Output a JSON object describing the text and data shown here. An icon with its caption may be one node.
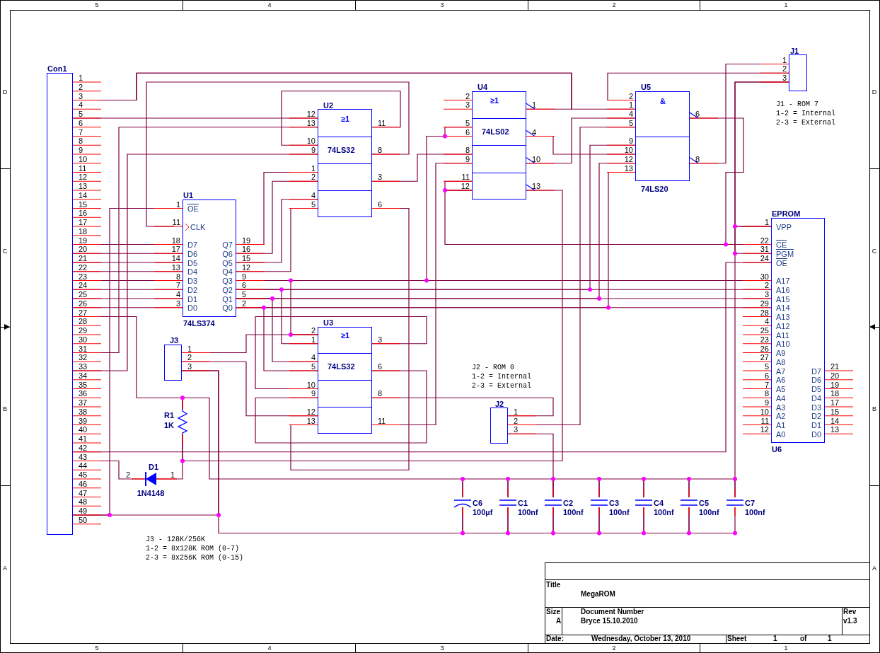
{
  "diagram": {
    "nodes": [
      {
        "text": [
          "Con1"
        ],
        "beside": [
          "1",
          "2",
          "3",
          "4",
          "5",
          "6",
          "7",
          "8",
          "9",
          "10",
          "11",
          "12",
          "13",
          "14",
          "15",
          "16",
          "17",
          "18",
          "19",
          "20",
          "21",
          "22",
          "23",
          "24",
          "25",
          "26",
          "27",
          "28",
          "29",
          "30",
          "31",
          "32",
          "33",
          "34",
          "35",
          "36",
          "37",
          "38",
          "39",
          "40",
          "41",
          "42",
          "43",
          "44",
          "45",
          "46",
          "47",
          "48",
          "49",
          "50"
        ]
      },
      {
        "text": [
          "U1",
          "OE",
          "CLK",
          "D7",
          "D6",
          "D5",
          "D4",
          "D3",
          "D2",
          "D1",
          "D0",
          "Q7",
          "Q6",
          "Q5",
          "Q4",
          "Q3",
          "Q2",
          "Q1",
          "Q0",
          "74LS374"
        ],
        "beside": [
          "1",
          "11",
          "18",
          "17",
          "14",
          "13",
          "8",
          "7",
          "4",
          "3",
          "19",
          "16",
          "15",
          "12",
          "9",
          "6",
          "5",
          "2"
        ]
      },
      {
        "text": [
          "U2",
          "≥1",
          "74LS32"
        ],
        "beside": [
          "12",
          "13",
          "10",
          "9",
          "1",
          "2",
          "4",
          "5",
          "11",
          "8",
          "3",
          "6"
        ]
      },
      {
        "text": [
          "U3",
          "≥1",
          "74LS32"
        ],
        "beside": [
          "2",
          "1",
          "4",
          "5",
          "10",
          "9",
          "12",
          "13",
          "3",
          "6",
          "8",
          "11"
        ]
      },
      {
        "text": [
          "U4",
          "≥1",
          "74LS02"
        ],
        "beside": [
          "2",
          "3",
          "5",
          "6",
          "8",
          "9",
          "11",
          "12",
          "1",
          "4",
          "10",
          "13"
        ]
      },
      {
        "text": [
          "U5",
          "&",
          "74LS20"
        ],
        "beside": [
          "2",
          "1",
          "4",
          "5",
          "9",
          "10",
          "12",
          "13",
          "6",
          "8"
        ]
      },
      {
        "text": [
          "J1"
        ],
        "beside": [
          "1",
          "2",
          "3"
        ]
      },
      {
        "text": [
          "EPROM",
          "VPP",
          "CE",
          "PGM",
          "OE",
          "A17",
          "A16",
          "A15",
          "A14",
          "A13",
          "A12",
          "A11",
          "A10",
          "A9",
          "A8",
          "A7",
          "A6",
          "A5",
          "A4",
          "A3",
          "A2",
          "A1",
          "A0",
          "D7",
          "D6",
          "D5",
          "D4",
          "D3",
          "D2",
          "D1",
          "D0",
          "U6"
        ],
        "beside": [
          "1",
          "22",
          "31",
          "24",
          "30",
          "2",
          "3",
          "29",
          "28",
          "4",
          "25",
          "23",
          "26",
          "27",
          "5",
          "6",
          "7",
          "8",
          "9",
          "10",
          "11",
          "12",
          "21",
          "20",
          "19",
          "18",
          "17",
          "15",
          "14",
          "13"
        ]
      },
      {
        "text": [
          "J3"
        ],
        "beside": [
          "1",
          "2",
          "3"
        ]
      },
      {
        "text": [
          "J2"
        ],
        "beside": [
          "1",
          "2",
          "3"
        ]
      },
      {
        "text": [
          "R1",
          "1K"
        ]
      },
      {
        "text": [
          "D1",
          "1N4148"
        ],
        "beside": [
          "2",
          "1"
        ]
      },
      {
        "text": [
          "C6",
          "100µf"
        ]
      },
      {
        "text": [
          "C1",
          "100nf"
        ]
      },
      {
        "text": [
          "C2",
          "100nf"
        ]
      },
      {
        "text": [
          "C3",
          "100nf"
        ]
      },
      {
        "text": [
          "C4",
          "100nf"
        ]
      },
      {
        "text": [
          "C5",
          "100nf"
        ]
      },
      {
        "text": [
          "C7",
          "100nf"
        ]
      }
    ],
    "edges": [
      {
        "from": 0,
        "to": 4,
        "arrow": "none"
      },
      {
        "from": 0,
        "to": 5,
        "arrow": "none"
      },
      {
        "from": 2,
        "to": 1,
        "arrow": "none"
      },
      {
        "from": 2,
        "to": 2,
        "arrow": "none"
      },
      {
        "from": 0,
        "to": 2,
        "arrow": "none"
      },
      {
        "from": 0,
        "to": 2,
        "arrow": "none"
      },
      {
        "from": 0,
        "to": 2,
        "arrow": "none"
      },
      {
        "from": 0,
        "to": 1,
        "arrow": "none"
      },
      {
        "from": 0,
        "to": 1,
        "arrow": "none"
      },
      {
        "from": 0,
        "to": 1,
        "arrow": "none"
      },
      {
        "from": 0,
        "to": 1,
        "arrow": "none"
      },
      {
        "from": 0,
        "to": 1,
        "arrow": "none"
      },
      {
        "from": 0,
        "to": 1,
        "arrow": "none"
      },
      {
        "from": 0,
        "to": 1,
        "arrow": "none"
      },
      {
        "from": 0,
        "to": 1,
        "arrow": "none"
      },
      {
        "from": 0,
        "to": 1,
        "arrow": "none"
      },
      {
        "from": 1,
        "to": 2,
        "arrow": "none"
      },
      {
        "from": 1,
        "to": 2,
        "arrow": "none"
      },
      {
        "from": 1,
        "to": 2,
        "arrow": "none"
      },
      {
        "from": 1,
        "to": 2,
        "arrow": "none"
      },
      {
        "from": 1,
        "to": 7,
        "arrow": "none"
      },
      {
        "from": 1,
        "to": 3,
        "arrow": "none"
      },
      {
        "from": 1,
        "to": 4,
        "arrow": "none"
      },
      {
        "from": 1,
        "to": 7,
        "arrow": "none"
      },
      {
        "from": 1,
        "to": 3,
        "arrow": "none"
      },
      {
        "from": 1,
        "to": 5,
        "arrow": "none"
      },
      {
        "from": 1,
        "to": 7,
        "arrow": "none"
      },
      {
        "from": 1,
        "to": 3,
        "arrow": "none"
      },
      {
        "from": 1,
        "to": 5,
        "arrow": "none"
      },
      {
        "from": 1,
        "to": 7,
        "arrow": "none"
      },
      {
        "from": 1,
        "to": 3,
        "arrow": "none"
      },
      {
        "from": 1,
        "to": 5,
        "arrow": "none"
      },
      {
        "from": 3,
        "to": 3,
        "arrow": "none"
      },
      {
        "from": 3,
        "to": 3,
        "arrow": "none"
      },
      {
        "from": 8,
        "to": 3,
        "arrow": "none"
      },
      {
        "from": 8,
        "to": 3,
        "arrow": "none"
      },
      {
        "from": 2,
        "to": 3,
        "arrow": "none"
      },
      {
        "from": 3,
        "to": 4,
        "arrow": "none"
      },
      {
        "from": 3,
        "to": 9,
        "arrow": "none"
      },
      {
        "from": 9,
        "to": 5,
        "arrow": "none"
      },
      {
        "from": 4,
        "to": 5,
        "arrow": "none"
      },
      {
        "from": 4,
        "to": 5,
        "arrow": "none"
      },
      {
        "from": 2,
        "to": 4,
        "arrow": "none"
      },
      {
        "from": 4,
        "to": 10,
        "arrow": "none"
      },
      {
        "from": 10,
        "to": 11,
        "arrow": "none"
      },
      {
        "from": 0,
        "to": 11,
        "arrow": "none"
      },
      {
        "from": 0,
        "to": 7,
        "arrow": "none"
      },
      {
        "from": 0,
        "to": 10,
        "arrow": "none"
      },
      {
        "from": 10,
        "to": 12,
        "arrow": "none"
      },
      {
        "from": 12,
        "to": 13,
        "arrow": "none"
      },
      {
        "from": 13,
        "to": 14,
        "arrow": "none"
      },
      {
        "from": 14,
        "to": 15,
        "arrow": "none"
      },
      {
        "from": 15,
        "to": 16,
        "arrow": "none"
      },
      {
        "from": 16,
        "to": 17,
        "arrow": "none"
      },
      {
        "from": 17,
        "to": 18,
        "arrow": "none"
      },
      {
        "from": 9,
        "to": 14,
        "arrow": "none"
      },
      {
        "from": 6,
        "to": 7,
        "arrow": "none"
      },
      {
        "from": 6,
        "to": 7,
        "arrow": "none"
      },
      {
        "from": 7,
        "to": 18,
        "arrow": "none"
      },
      {
        "from": 4,
        "to": 7,
        "arrow": "none"
      },
      {
        "from": 5,
        "to": 7,
        "arrow": "none"
      },
      {
        "from": 5,
        "to": 6,
        "arrow": "none"
      },
      {
        "from": 6,
        "to": 5,
        "arrow": "none"
      },
      {
        "from": 4,
        "to": 4,
        "arrow": "none"
      },
      {
        "from": 4,
        "to": 4,
        "arrow": "none"
      },
      {
        "from": 0,
        "to": 8,
        "arrow": "none"
      },
      {
        "from": 8,
        "to": 12,
        "arrow": "none"
      },
      {
        "from": 12,
        "to": 13,
        "arrow": "none"
      },
      {
        "from": 13,
        "to": 14,
        "arrow": "none"
      },
      {
        "from": 14,
        "to": 15,
        "arrow": "none"
      },
      {
        "from": 15,
        "to": 16,
        "arrow": "none"
      },
      {
        "from": 16,
        "to": 17,
        "arrow": "none"
      },
      {
        "from": 17,
        "to": 18,
        "arrow": "none"
      }
    ],
    "labels": [
      "5",
      "4",
      "3",
      "2",
      "1",
      "D",
      "D",
      "C",
      "C",
      "B",
      "B",
      "A",
      "A",
      "J1 - ROM 7",
      "1-2 = Internal",
      "2-3 = External",
      "J2 - ROM 0",
      "1-2 = Internal",
      "2-3 = External",
      "J3 - 128K/256K",
      "1-2 = 8x128K ROM (0-7)",
      "2-3 = 8x256K ROM (0-15)",
      "Title",
      "MegaROM",
      "Size",
      "A",
      "Document Number",
      "Bryce 15.10.2010",
      "Rev",
      "v1.3",
      "Date:",
      "Wednesday, October 13, 2010",
      "Sheet",
      "1",
      "of",
      "1",
      "5",
      "4",
      "3",
      "2",
      "1"
    ]
  }
}
